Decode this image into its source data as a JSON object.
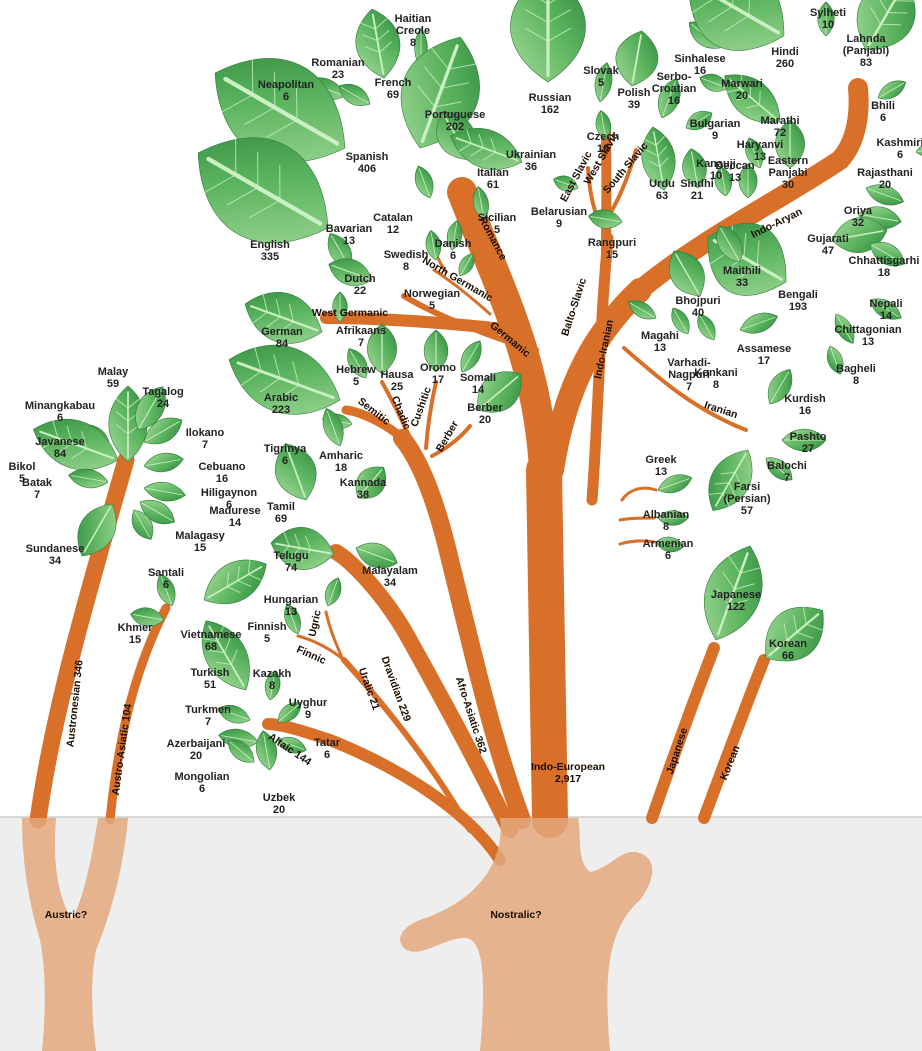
{
  "colors": {
    "trunk": "#d9702a",
    "root": "#e3a87c",
    "ground": "#eeeeee",
    "leaf_light": "#8fd08a",
    "leaf_dark": "#3f9d4a",
    "label": "#222222"
  },
  "languages": [
    {
      "name": "Haitian\nCreole",
      "speakers": "8"
    },
    {
      "name": "Romanian",
      "speakers": "23"
    },
    {
      "name": "Neapolitan",
      "speakers": "6"
    },
    {
      "name": "French",
      "speakers": "69"
    },
    {
      "name": "Portuguese",
      "speakers": "202"
    },
    {
      "name": "Spanish",
      "speakers": "406"
    },
    {
      "name": "Italian",
      "speakers": "61"
    },
    {
      "name": "Catalan",
      "speakers": "12"
    },
    {
      "name": "Sicilian",
      "speakers": "5"
    },
    {
      "name": "Russian",
      "speakers": "162"
    },
    {
      "name": "Slovak",
      "speakers": "5"
    },
    {
      "name": "Polish",
      "speakers": "39"
    },
    {
      "name": "Serbo-\nCroatian",
      "speakers": "16"
    },
    {
      "name": "Bulgarian",
      "speakers": "9"
    },
    {
      "name": "Czech",
      "speakers": "10"
    },
    {
      "name": "Ukrainian",
      "speakers": "36"
    },
    {
      "name": "Belarusian",
      "speakers": "9"
    },
    {
      "name": "Sylheti",
      "speakers": "10"
    },
    {
      "name": "Sinhalese",
      "speakers": "16"
    },
    {
      "name": "Hindi",
      "speakers": "260"
    },
    {
      "name": "Lahnda\n(Panjabi)",
      "speakers": "83"
    },
    {
      "name": "Marwari",
      "speakers": "20"
    },
    {
      "name": "Bhili",
      "speakers": "6"
    },
    {
      "name": "Marathi",
      "speakers": "72"
    },
    {
      "name": "Kashmiri",
      "speakers": "6"
    },
    {
      "name": "Haryanvi",
      "speakers": "13"
    },
    {
      "name": "Eastern\nPanjabi",
      "speakers": "30"
    },
    {
      "name": "Rajasthani",
      "speakers": "20"
    },
    {
      "name": "Kanauji",
      "speakers": "10"
    },
    {
      "name": "Deccan",
      "speakers": "13"
    },
    {
      "name": "Urdu",
      "speakers": "63"
    },
    {
      "name": "Sindhi",
      "speakers": "21"
    },
    {
      "name": "Oriya",
      "speakers": "32"
    },
    {
      "name": "Rangpuri",
      "speakers": "15"
    },
    {
      "name": "Gujarati",
      "speakers": "47"
    },
    {
      "name": "Chhattisgarhi",
      "speakers": "18"
    },
    {
      "name": "Bengali",
      "speakers": "193"
    },
    {
      "name": "Maithili",
      "speakers": "33"
    },
    {
      "name": "Bhojpuri",
      "speakers": "40"
    },
    {
      "name": "Nepali",
      "speakers": "14"
    },
    {
      "name": "Chittagonian",
      "speakers": "13"
    },
    {
      "name": "Magahi",
      "speakers": "13"
    },
    {
      "name": "Assamese",
      "speakers": "17"
    },
    {
      "name": "Bagheli",
      "speakers": "8"
    },
    {
      "name": "Varhadi-\nNagpuri",
      "speakers": "7"
    },
    {
      "name": "Konkani",
      "speakers": "8"
    },
    {
      "name": "Kurdish",
      "speakers": "16"
    },
    {
      "name": "Pashto",
      "speakers": "27"
    },
    {
      "name": "Balochi",
      "speakers": "7"
    },
    {
      "name": "Farsi\n(Persian)",
      "speakers": "57"
    },
    {
      "name": "Greek",
      "speakers": "13"
    },
    {
      "name": "Albanian",
      "speakers": "8"
    },
    {
      "name": "Armenian",
      "speakers": "6"
    },
    {
      "name": "English",
      "speakers": "335"
    },
    {
      "name": "Bavarian",
      "speakers": "13"
    },
    {
      "name": "Swedish",
      "speakers": "8"
    },
    {
      "name": "Danish",
      "speakers": "6"
    },
    {
      "name": "Norwegian",
      "speakers": "5"
    },
    {
      "name": "Dutch",
      "speakers": "22"
    },
    {
      "name": "German",
      "speakers": "84"
    },
    {
      "name": "Afrikaans",
      "speakers": "7"
    },
    {
      "name": "Hebrew",
      "speakers": "5"
    },
    {
      "name": "Hausa",
      "speakers": "25"
    },
    {
      "name": "Oromo",
      "speakers": "17"
    },
    {
      "name": "Somali",
      "speakers": "14"
    },
    {
      "name": "Arabic",
      "speakers": "223"
    },
    {
      "name": "Berber",
      "speakers": "20"
    },
    {
      "name": "Tigrinya",
      "speakers": "6"
    },
    {
      "name": "Amharic",
      "speakers": "18"
    },
    {
      "name": "Malay",
      "speakers": "59"
    },
    {
      "name": "Tagalog",
      "speakers": "24"
    },
    {
      "name": "Minangkabau",
      "speakers": "6"
    },
    {
      "name": "Ilokano",
      "speakers": "7"
    },
    {
      "name": "Javanese",
      "speakers": "84"
    },
    {
      "name": "Cebuano",
      "speakers": "16"
    },
    {
      "name": "Bikol",
      "speakers": "5"
    },
    {
      "name": "Hiligaynon",
      "speakers": "6"
    },
    {
      "name": "Batak",
      "speakers": "7"
    },
    {
      "name": "Madurese",
      "speakers": "14"
    },
    {
      "name": "Malagasy",
      "speakers": "15"
    },
    {
      "name": "Sundanese",
      "speakers": "34"
    },
    {
      "name": "Kannada",
      "speakers": "38"
    },
    {
      "name": "Tamil",
      "speakers": "69"
    },
    {
      "name": "Malayalam",
      "speakers": "34"
    },
    {
      "name": "Telugu",
      "speakers": "74"
    },
    {
      "name": "Santali",
      "speakers": "6"
    },
    {
      "name": "Khmer",
      "speakers": "15"
    },
    {
      "name": "Vietnamese",
      "speakers": "68"
    },
    {
      "name": "Hungarian",
      "speakers": "13"
    },
    {
      "name": "Finnish",
      "speakers": "5"
    },
    {
      "name": "Turkish",
      "speakers": "51"
    },
    {
      "name": "Kazakh",
      "speakers": "8"
    },
    {
      "name": "Turkmen",
      "speakers": "7"
    },
    {
      "name": "Uyghur",
      "speakers": "9"
    },
    {
      "name": "Azerbaijani",
      "speakers": "20"
    },
    {
      "name": "Tatar",
      "speakers": "6"
    },
    {
      "name": "Mongolian",
      "speakers": "6"
    },
    {
      "name": "Uzbek",
      "speakers": "20"
    },
    {
      "name": "Japanese",
      "speakers": "122"
    },
    {
      "name": "Korean",
      "speakers": "66"
    }
  ],
  "branches": [
    "Romance",
    "East Slavic",
    "West Slavic",
    "South Slavic",
    "Balto-Slavic",
    "Indo-Aryan",
    "Indo-Iranian",
    "Iranian",
    "North Germanic",
    "West Germanic",
    "Germanic",
    "Semitic",
    "Chadic",
    "Cushitic",
    "Berber",
    "Finnic",
    "Ugric",
    "Uralic 21",
    "Altaic 144",
    "Dravidian 229",
    "Afro-Asiatic 362",
    "Austronesian 346",
    "Austro-Asiatic 104",
    "Japanese",
    "Korean"
  ],
  "trunk": {
    "name": "Indo-European",
    "total": "2,917"
  },
  "roots": {
    "austric": "Austric?",
    "nostratic": "Nostralic?"
  }
}
